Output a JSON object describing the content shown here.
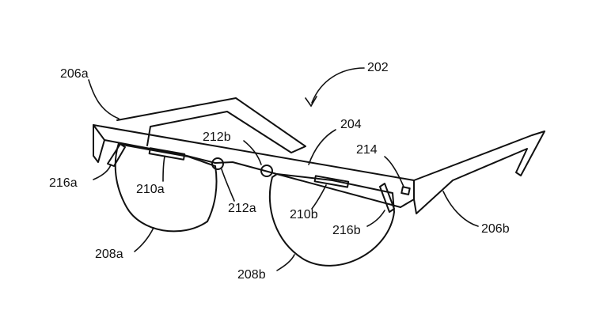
{
  "diagram": {
    "labels": {
      "l202": "202",
      "l204": "204",
      "l206a": "206a",
      "l206b": "206b",
      "l208a": "208a",
      "l208b": "208b",
      "l210a": "210a",
      "l210b": "210b",
      "l212a": "212a",
      "l212b": "212b",
      "l214": "214",
      "l216a": "216a",
      "l216b": "216b"
    }
  }
}
